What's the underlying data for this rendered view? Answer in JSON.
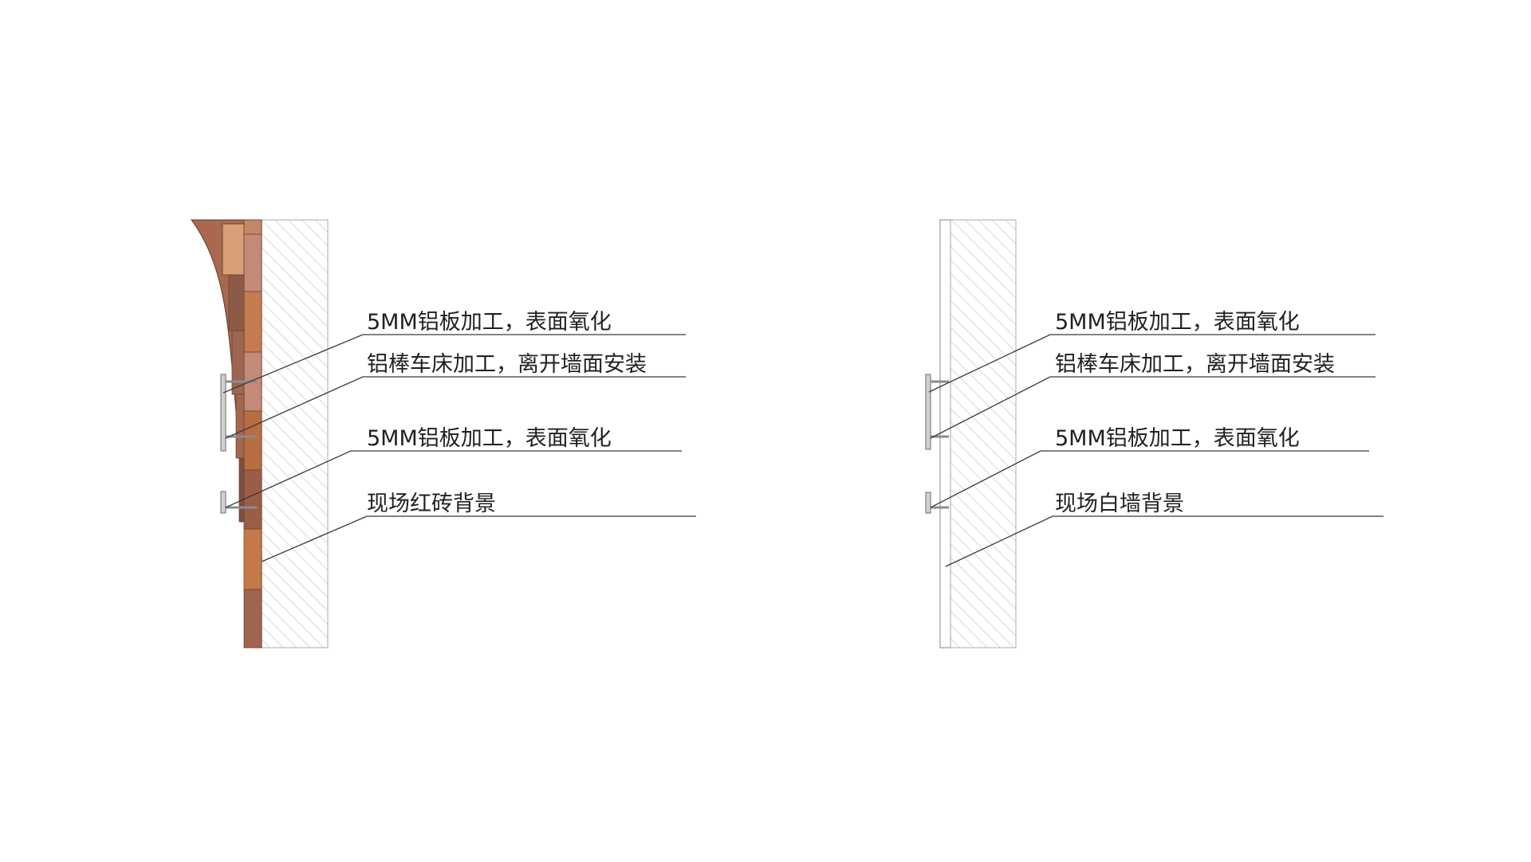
{
  "left_detail": {
    "labels": [
      "5MM铝板加工，表面氧化",
      "铝棒车床加工，离开墙面安装",
      "5MM铝板加工，表面氧化",
      "现场红砖背景"
    ],
    "brick_colors": [
      "#c48766",
      "#b27a5c",
      "#9a5e47",
      "#c67a4f",
      "#a3674f",
      "#8c5a47",
      "#b86d42",
      "#9c6650",
      "#c27d58",
      "#7e4f3f"
    ]
  },
  "right_detail": {
    "labels": [
      "5MM铝板加工，表面氧化",
      "铝棒车床加工，离开墙面安装",
      "5MM铝板加工，表面氧化",
      "现场白墙背景"
    ]
  }
}
